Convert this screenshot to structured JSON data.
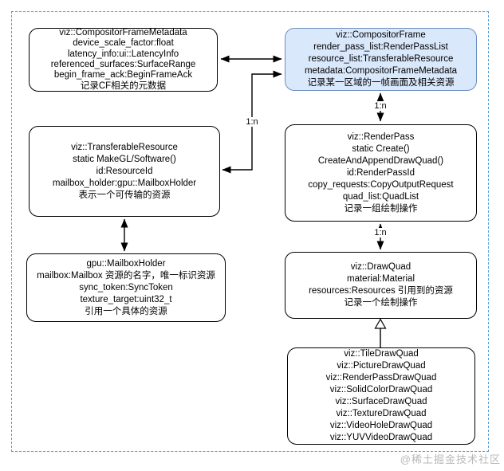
{
  "diagram": {
    "title_hint": "viz CompositorFrame structure diagram",
    "colors": {
      "highlight_fill": "#dae8fc",
      "highlight_border": "#6c8ebf",
      "frame_dashed_border": "#54a0da",
      "box_border": "#000000",
      "watermark_color": "#b9b9b9"
    },
    "boxes": {
      "compositor_frame_metadata": {
        "lines": [
          "viz::CompositorFrameMetadata",
          "device_scale_factor:float",
          "latency_info:ui::LatencyInfo",
          "referenced_surfaces:SurfaceRange",
          "begin_frame_ack:BeginFrameAck",
          "记录CF相关的元数据"
        ]
      },
      "compositor_frame": {
        "lines": [
          "viz::CompositorFrame",
          "render_pass_list:RenderPassList",
          "resource_list:TransferableResource",
          "metadata:CompositorFrameMetadata",
          "记录某一区域的一帧画面及相关资源"
        ]
      },
      "transferable_resource": {
        "lines": [
          "viz::TransferableResource",
          "static MakeGL/Software()",
          "id:ResourceId",
          "mailbox_holder:gpu::MailboxHolder",
          "表示一个可传输的资源"
        ]
      },
      "render_pass": {
        "lines": [
          "viz::RenderPass",
          "static Create()",
          "CreateAndAppendDrawQuad()",
          "id:RenderPassId",
          "copy_requests:CopyOutputRequest",
          "quad_list:QuadList",
          "记录一组绘制操作"
        ]
      },
      "mailbox_holder": {
        "lines": [
          "gpu::MailboxHolder",
          "mailbox:Mailbox 资源的名字，唯一标识资源",
          "sync_token:SyncToken",
          "texture_target:uint32_t",
          "引用一个具体的资源"
        ]
      },
      "draw_quad": {
        "lines": [
          "viz::DrawQuad",
          "material:Material",
          "resources:Resources 引用到的资源",
          "记录一个绘制操作"
        ]
      },
      "draw_quad_subclasses": {
        "lines": [
          "viz::TileDrawQuad",
          "viz::PictureDrawQuad",
          "viz::RenderPassDrawQuad",
          "viz::SolidColorDrawQuad",
          "viz::SurfaceDrawQuad",
          "viz::TextureDrawQuad",
          "viz::VideoHoleDrawQuad",
          "viz::YUVVideoDrawQuad"
        ]
      }
    },
    "edge_labels": {
      "frame_to_resource": "1:n",
      "frame_to_render_pass": "1:n",
      "render_pass_to_draw_quad": "1:n"
    },
    "watermark": "@稀土掘金技术社区"
  }
}
